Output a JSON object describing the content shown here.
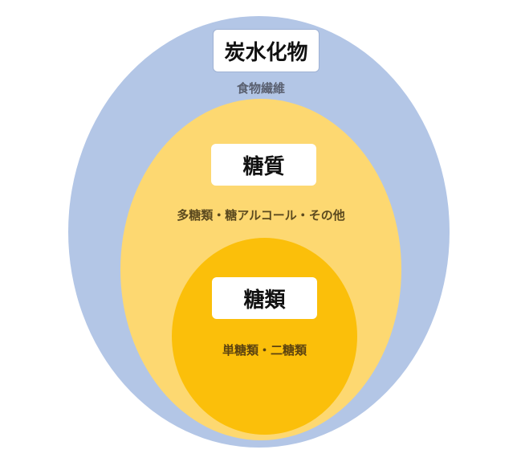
{
  "diagram": {
    "outer": {
      "title": "炭水化物",
      "subtitle": "食物繊維",
      "color": "#b3c6e6"
    },
    "middle": {
      "title": "糖質",
      "subtitle": "多糖類・糖アルコール・その他",
      "color": "#fdd871"
    },
    "inner": {
      "title": "糖類",
      "subtitle": "単糖類・二糖類",
      "color": "#fbbf0a"
    }
  }
}
